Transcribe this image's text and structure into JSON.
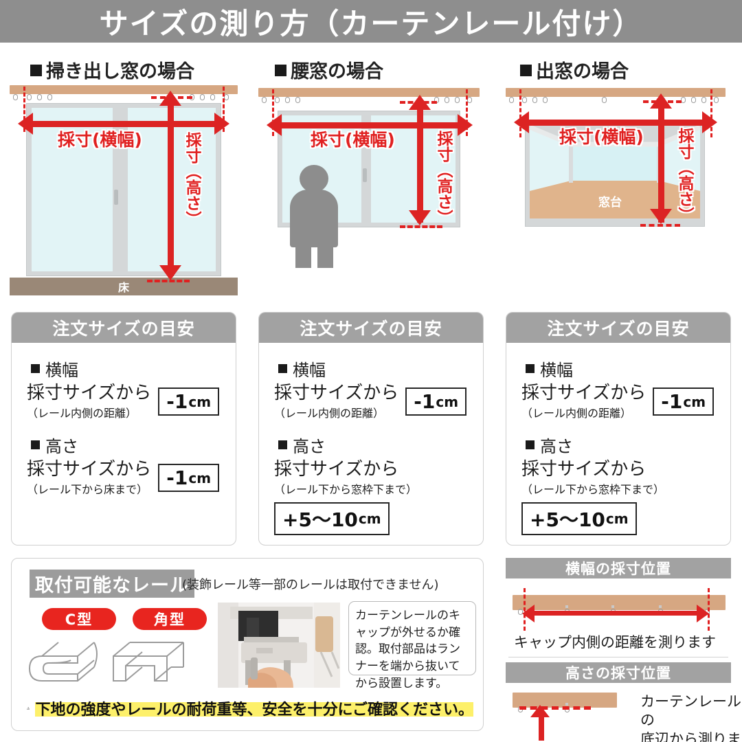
{
  "header": {
    "title": "サイズの測り方（カーテンレール付け）"
  },
  "sections": [
    {
      "caption": "掃き出し窓の場合"
    },
    {
      "caption": "腰窓の場合"
    },
    {
      "caption": "出窓の場合"
    }
  ],
  "diagram_labels": {
    "width": "採寸(横幅)",
    "height": "採寸（高さ）",
    "floor": "床",
    "sill": "窓台"
  },
  "order_cards": [
    {
      "title": "注文サイズの目安",
      "width_label": "横幅",
      "width_main": "採寸サイズから",
      "width_sub": "（レール内側の距離）",
      "width_value": "-1",
      "width_unit": "cm",
      "height_label": "高さ",
      "height_main": "採寸サイズから",
      "height_sub": "（レール下から床まで）",
      "height_value": "-1",
      "height_unit": "cm"
    },
    {
      "title": "注文サイズの目安",
      "width_label": "横幅",
      "width_main": "採寸サイズから",
      "width_sub": "（レール内側の距離）",
      "width_value": "-1",
      "width_unit": "cm",
      "height_label": "高さ",
      "height_main": "採寸サイズから",
      "height_sub": "（レール下から窓枠下まで）",
      "height_value": "+5〜10",
      "height_unit": "cm"
    },
    {
      "title": "注文サイズの目安",
      "width_label": "横幅",
      "width_main": "採寸サイズから",
      "width_sub": "（レール内側の距離）",
      "width_value": "-1",
      "width_unit": "cm",
      "height_label": "高さ",
      "height_main": "採寸サイズから",
      "height_sub": "（レール下から窓枠下まで）",
      "height_value": "+5〜10",
      "height_unit": "cm"
    }
  ],
  "rail_card": {
    "title": "取付可能なレール",
    "note": "(装飾レール等一部のレールは取付できません)",
    "badges": [
      "C型",
      "角型"
    ],
    "callout": "カーテンレールのキャップが外せるか確認。取付部品はランナーを端から抜いてから設置します。",
    "warning": "下地の強度やレールの耐荷重等、安全を十分にご確認ください。"
  },
  "mini_panels": [
    {
      "title": "横幅の採寸位置",
      "note": "キャップ内側の距離を測ります"
    },
    {
      "title": "高さの採寸位置",
      "note": "カーテンレールの\n底辺から測ります",
      "note_line1": "カーテンレールの",
      "note_line2": "底辺から測ります"
    }
  ],
  "colors": {
    "header_gray": "#8e8e8e",
    "panel_gray": "#a2a2a2",
    "rail_tan": "#d6a782",
    "glass": "#e2f4f6",
    "frame": "#d4d7d8",
    "red": "#dc2323",
    "floor_brown": "#9a8877",
    "sill_tan": "#e0b48c",
    "badge_red": "#e8251f",
    "highlight_yellow": "#fdf06a"
  }
}
